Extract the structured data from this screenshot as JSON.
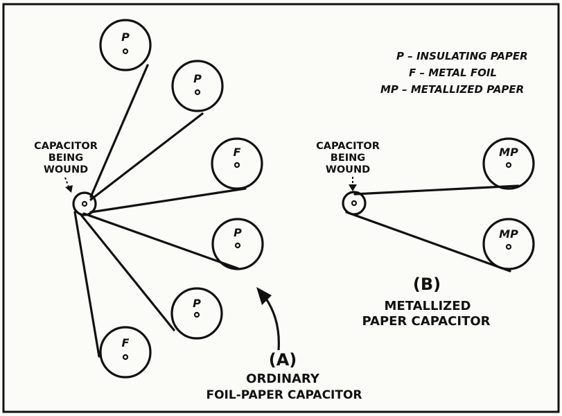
{
  "legend": {
    "p": "P – INSULATING PAPER",
    "f": "F – METAL FOIL",
    "mp": "MP – METALLIZED PAPER"
  },
  "diagram_a": {
    "callout_line1": "CAPACITOR",
    "callout_line2": "BEING",
    "callout_line3": "WOUND",
    "letter": "(A)",
    "title_line1": "ORDINARY",
    "title_line2": "FOIL-PAPER CAPACITOR",
    "reels": [
      "P",
      "P",
      "F",
      "P",
      "P",
      "F"
    ]
  },
  "diagram_b": {
    "callout_line1": "CAPACITOR",
    "callout_line2": "BEING",
    "callout_line3": "WOUND",
    "letter": "(B)",
    "title_line1": "METALLIZED",
    "title_line2": "PAPER CAPACITOR",
    "reels": [
      "MP",
      "MP"
    ]
  }
}
